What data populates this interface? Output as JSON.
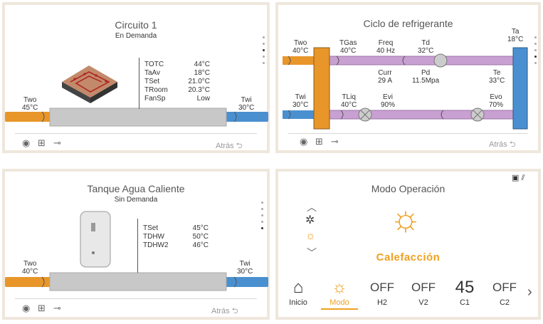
{
  "panel1": {
    "title": "Circuito 1",
    "subtitle": "En Demanda",
    "params": [
      {
        "name": "TOTC",
        "value": "44°C"
      },
      {
        "name": "TaAv",
        "value": "18°C"
      },
      {
        "name": "TSet",
        "value": "21.0°C"
      },
      {
        "name": "TRoom",
        "value": "20.3°C"
      },
      {
        "name": "FanSp",
        "value": "Low"
      }
    ],
    "two_label": "Two",
    "two_value": "45°C",
    "twi_label": "Twi",
    "twi_value": "30°C",
    "back_label": "Atrás"
  },
  "panel2": {
    "title": "Ciclo de refrigerante",
    "two_label": "Two",
    "two_value": "40°C",
    "twi_label": "Twi",
    "twi_value": "30°C",
    "tgas_label": "TGas",
    "tgas_value": "40°C",
    "freq_label": "Freq",
    "freq_value": "40 Hz",
    "td_label": "Td",
    "td_value": "32°C",
    "ta_label": "Ta",
    "ta_value": "18°C",
    "curr_label": "Curr",
    "curr_value": "29 A",
    "pd_label": "Pd",
    "pd_value": "11.5Mpa",
    "te_label": "Te",
    "te_value": "33°C",
    "tliq_label": "TLiq",
    "tliq_value": "40°C",
    "evi_label": "Evi",
    "evi_value": "90%",
    "evo_label": "Evo",
    "evo_value": "70%",
    "back_label": "Atrás"
  },
  "panel3": {
    "title": "Tanque Agua Caliente",
    "subtitle": "Sin Demanda",
    "params": [
      {
        "name": "TSet",
        "value": "45°C"
      },
      {
        "name": "TDHW",
        "value": "50°C"
      },
      {
        "name": "TDHW2",
        "value": "46°C"
      }
    ],
    "two_label": "Two",
    "two_value": "40°C",
    "twi_label": "Twi",
    "twi_value": "30°C",
    "back_label": "Atrás"
  },
  "panel4": {
    "title": "Modo Operación",
    "mode_label": "Calefacción",
    "nav": [
      {
        "label": "Inicio",
        "top": "⌂"
      },
      {
        "label": "Modo",
        "top": "☼"
      },
      {
        "label": "H2",
        "top": "OFF"
      },
      {
        "label": "V2",
        "top": "OFF"
      },
      {
        "label": "C1",
        "top": "45"
      },
      {
        "label": "C2",
        "top": "OFF"
      }
    ]
  },
  "colors": {
    "hot": "#e8962a",
    "cold": "#4a90d0",
    "refrigerant": "#c9a0d2",
    "accent": "#f0a020",
    "pipe_gray": "#c8c8c8"
  }
}
